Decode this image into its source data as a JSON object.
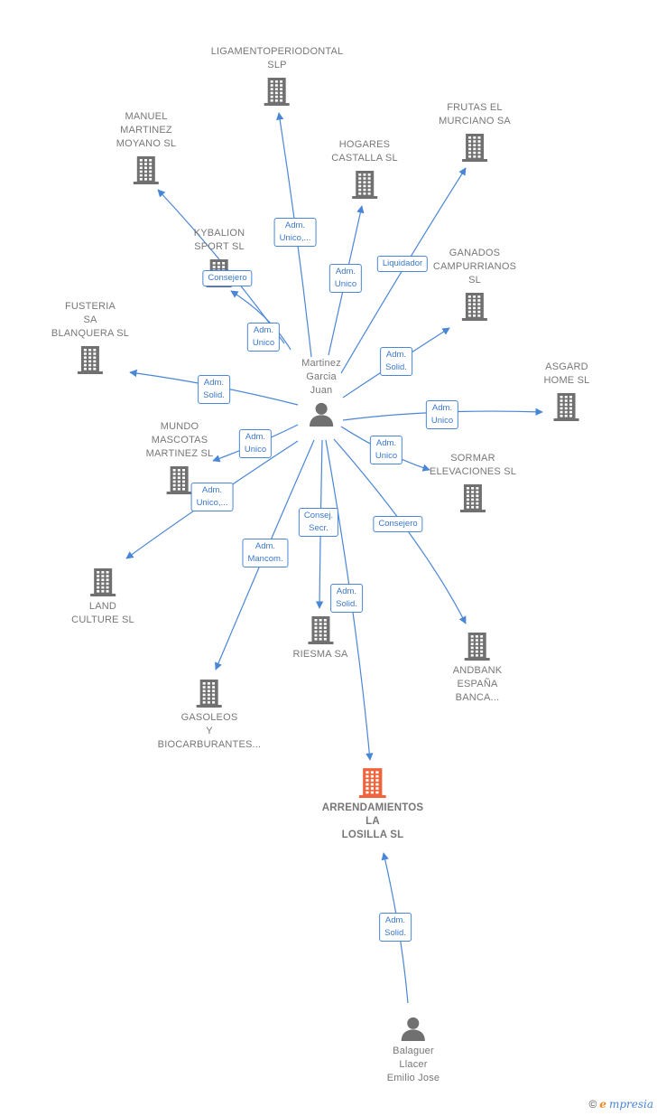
{
  "colors": {
    "company": "#707070",
    "focus": "#f0643c",
    "edge": "#4a86d6",
    "person": "#707070"
  },
  "watermark": {
    "copyright": "©",
    "initial": "e",
    "brand": "mpresia"
  },
  "people": [
    {
      "id": "martinez",
      "label": [
        "Martinez",
        "Garcia",
        "Juan"
      ]
    },
    {
      "id": "balaguer",
      "label": [
        "Balaguer",
        "Llacer",
        "Emilio Jose"
      ]
    }
  ],
  "companies": [
    {
      "id": "ligamento",
      "label": [
        "LIGAMENTOPERIODONTAL",
        "SLP"
      ]
    },
    {
      "id": "manuel",
      "label": [
        "MANUEL",
        "MARTINEZ",
        "MOYANO  SL"
      ]
    },
    {
      "id": "frutas",
      "label": [
        "FRUTAS EL",
        "MURCIANO SA"
      ]
    },
    {
      "id": "hogares",
      "label": [
        "HOGARES",
        "CASTALLA SL"
      ]
    },
    {
      "id": "kybalion",
      "label": [
        "KYBALION",
        "SPORT  SL"
      ]
    },
    {
      "id": "ganados",
      "label": [
        "GANADOS",
        "CAMPURRIANOS",
        "SL"
      ]
    },
    {
      "id": "fusteria",
      "label": [
        "FUSTERIA",
        "SA",
        "BLANQUERA SL"
      ]
    },
    {
      "id": "asgard",
      "label": [
        "ASGARD",
        "HOME  SL"
      ]
    },
    {
      "id": "mundo",
      "label": [
        "MUNDO",
        "MASCOTAS",
        "MARTINEZ SL"
      ]
    },
    {
      "id": "sormar",
      "label": [
        "SORMAR",
        "ELEVACIONES SL"
      ]
    },
    {
      "id": "land",
      "label": [
        "LAND",
        "CULTURE SL"
      ]
    },
    {
      "id": "riesma",
      "label": [
        "RIESMA SA"
      ]
    },
    {
      "id": "andbank",
      "label": [
        "ANDBANK",
        "ESPAÑA",
        "BANCA..."
      ]
    },
    {
      "id": "gasoleos",
      "label": [
        "GASOLEOS",
        "Y",
        "BIOCARBURANTES..."
      ]
    },
    {
      "id": "arrendamientos",
      "label": [
        "ARRENDAMIENTOS",
        "LA",
        "LOSILLA  SL"
      ],
      "focus": true
    }
  ],
  "relations": [
    {
      "id": "r-ligamento",
      "label": [
        "Adm.",
        "Unico,..."
      ]
    },
    {
      "id": "r-manuel",
      "label": [
        "Consejero"
      ]
    },
    {
      "id": "r-kybalion",
      "label": [
        "Adm.",
        "Unico"
      ]
    },
    {
      "id": "r-hogares",
      "label": [
        "Adm.",
        "Unico"
      ]
    },
    {
      "id": "r-frutas",
      "label": [
        "Liquidador"
      ]
    },
    {
      "id": "r-ganados",
      "label": [
        "Adm.",
        "Solid."
      ]
    },
    {
      "id": "r-fusteria",
      "label": [
        "Adm.",
        "Solid."
      ]
    },
    {
      "id": "r-asgard",
      "label": [
        "Adm.",
        "Unico"
      ]
    },
    {
      "id": "r-mundo",
      "label": [
        "Adm.",
        "Unico"
      ]
    },
    {
      "id": "r-sormar",
      "label": [
        "Adm.",
        "Unico"
      ]
    },
    {
      "id": "r-land",
      "label": [
        "Adm.",
        "Unico,..."
      ]
    },
    {
      "id": "r-riesma",
      "label": [
        "Consej.",
        "Secr."
      ]
    },
    {
      "id": "r-gasoleos",
      "label": [
        "Adm.",
        "Mancom."
      ]
    },
    {
      "id": "r-andbank",
      "label": [
        "Consejero"
      ]
    },
    {
      "id": "r-arrend",
      "label": [
        "Adm.",
        "Solid."
      ]
    },
    {
      "id": "r-balaguer",
      "label": [
        "Adm.",
        "Solid."
      ]
    }
  ]
}
